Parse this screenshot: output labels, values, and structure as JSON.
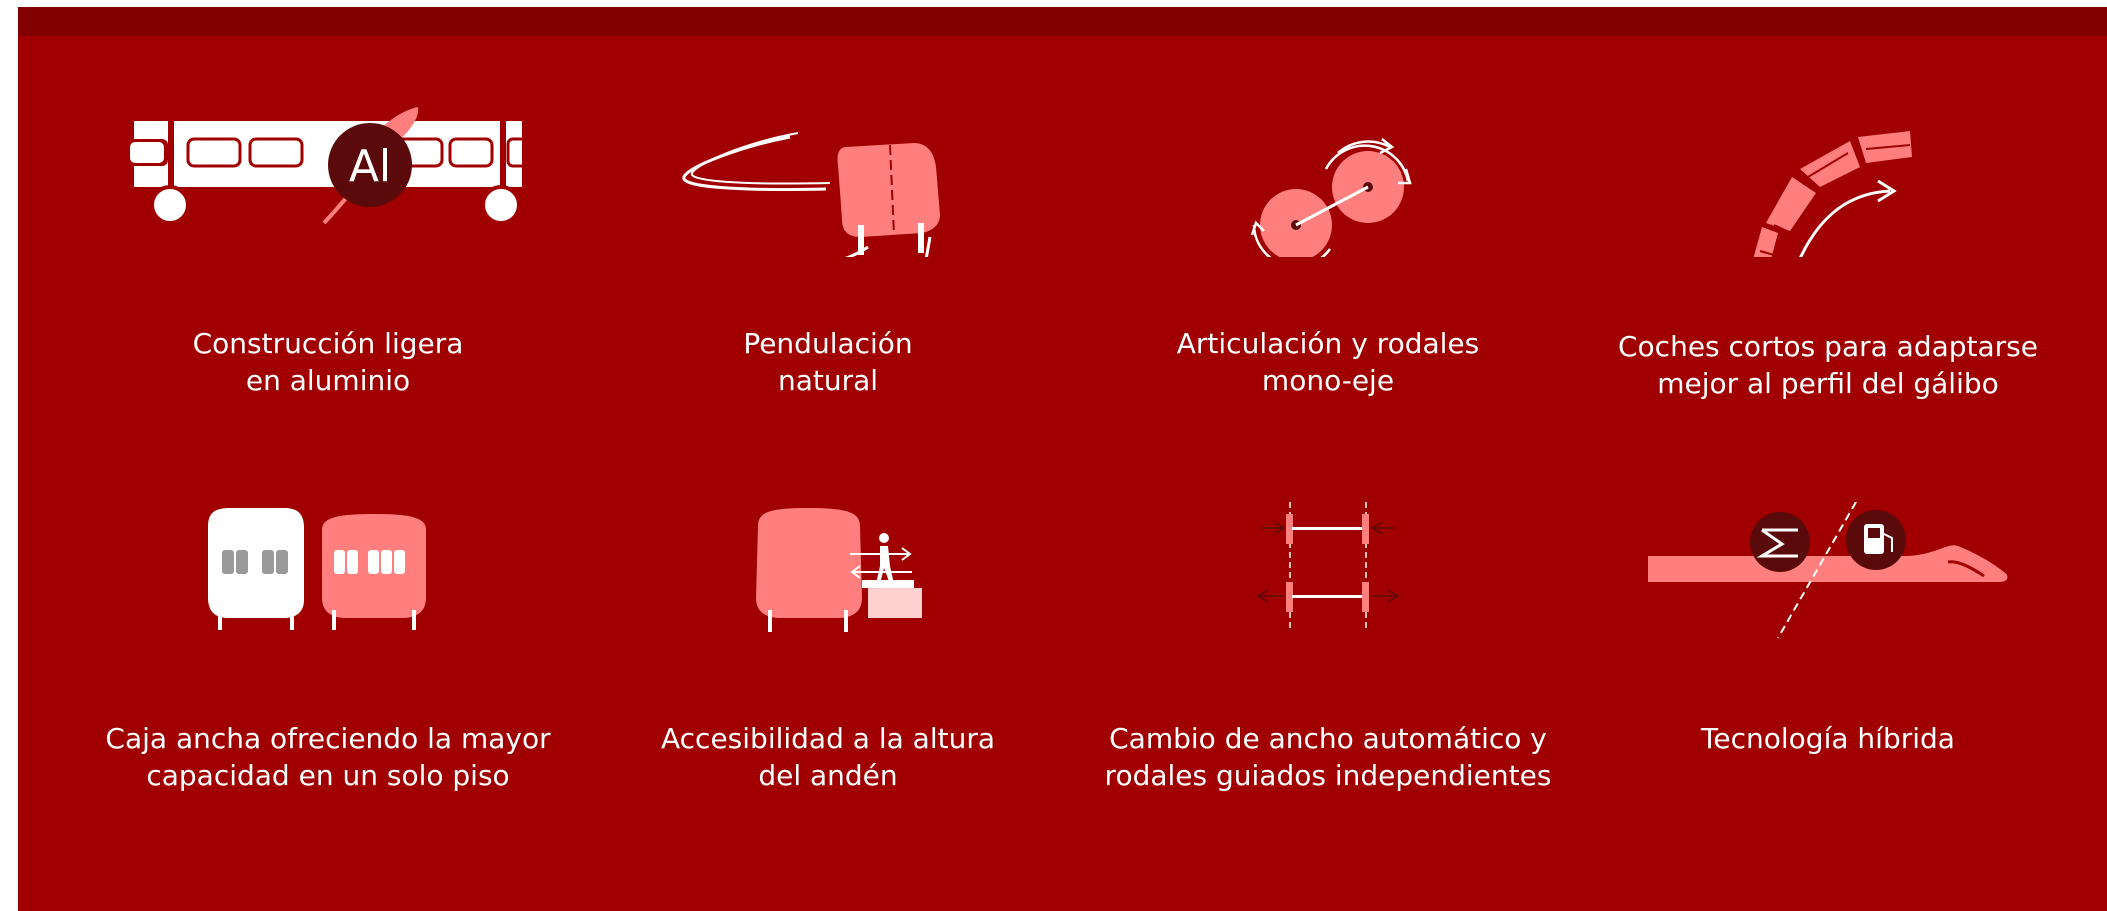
{
  "colors": {
    "panel_background": "#a00000",
    "top_bar": "#820000",
    "icon_white": "#ffffff",
    "icon_pink": "#ff7f7f",
    "icon_dark": "#5a0a0a",
    "icon_gray": "#9a9a9a",
    "icon_light_pink": "#ffd0d0"
  },
  "features": [
    {
      "icon": "aluminium-railcar-icon",
      "icon_label": "Al",
      "caption": [
        "Construcción ligera",
        "en aluminio"
      ]
    },
    {
      "icon": "tilting-car-icon",
      "caption": [
        "Pendulación",
        "natural"
      ]
    },
    {
      "icon": "articulated-wheels-icon",
      "caption": [
        "Articulación y rodales",
        "mono-eje"
      ]
    },
    {
      "icon": "short-cars-curve-icon",
      "caption": [
        "Coches cortos para adaptarse",
        "mejor al perfil del gálibo"
      ]
    },
    {
      "icon": "wide-body-seats-icon",
      "caption": [
        "Caja ancha ofreciendo la mayor",
        "capacidad en un solo piso"
      ]
    },
    {
      "icon": "platform-accessibility-icon",
      "caption": [
        "Accesibilidad a la altura",
        "del andén"
      ]
    },
    {
      "icon": "gauge-change-icon",
      "caption": [
        "Cambio de ancho automático y",
        "rodales guiados independientes"
      ]
    },
    {
      "icon": "hybrid-technology-icon",
      "caption": [
        "Tecnología híbrida"
      ]
    }
  ]
}
